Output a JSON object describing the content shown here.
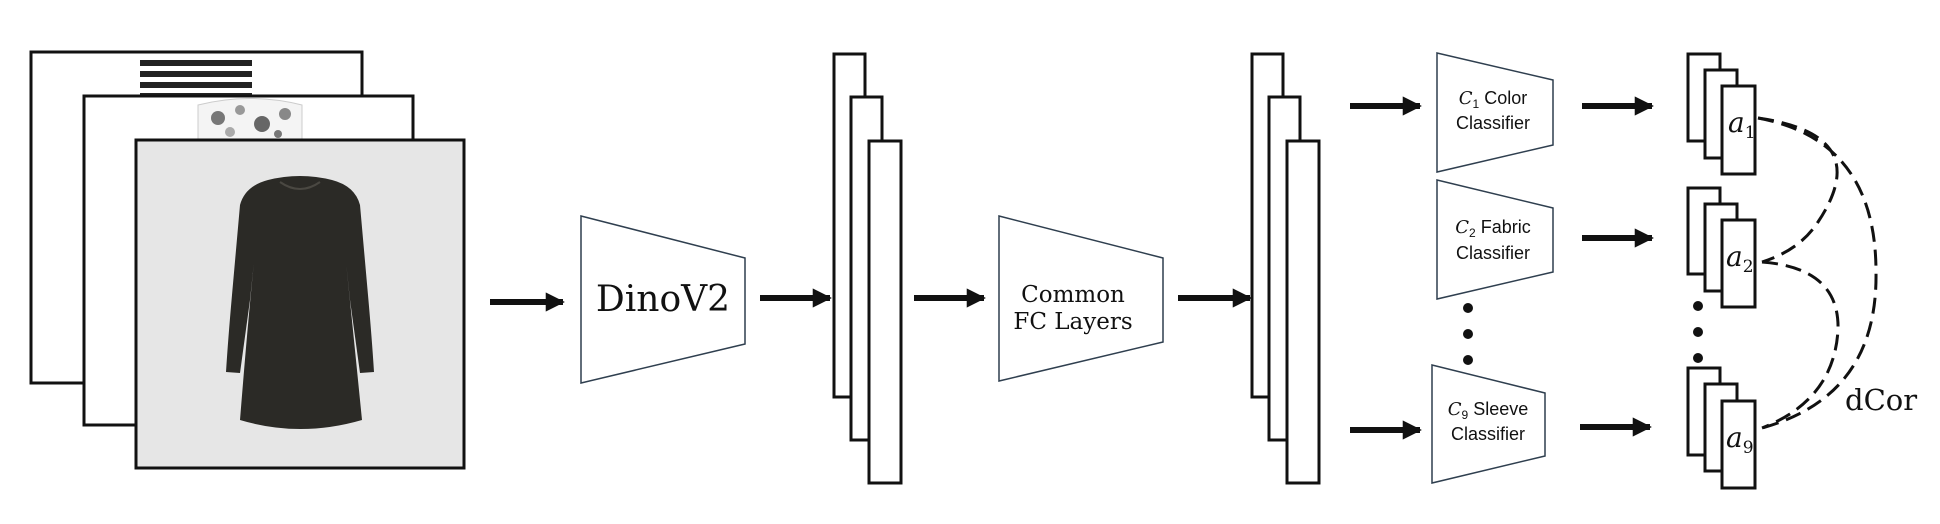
{
  "backbone": {
    "label": "DinoV2"
  },
  "fc_layers": {
    "line1": "Common",
    "line2": "FC Layers"
  },
  "classifiers": [
    {
      "symbol": "C",
      "sub": "1",
      "name": "Color",
      "line2": "Classifier"
    },
    {
      "symbol": "C",
      "sub": "2",
      "name": "Fabric",
      "line2": "Classifier"
    },
    {
      "symbol": "C",
      "sub": "9",
      "name": "Sleeve",
      "line2": "Classifier"
    }
  ],
  "outputs": [
    {
      "symbol": "a",
      "sub": "1"
    },
    {
      "symbol": "a",
      "sub": "2"
    },
    {
      "symbol": "a",
      "sub": "9"
    }
  ],
  "loss": {
    "label": "dCor"
  },
  "colors": {
    "stroke": "#111111",
    "trapezoid_stroke": "#2f3f4f",
    "photo_bg": "#e6e6e6",
    "dress": "#2b2a26"
  },
  "icons": [
    "striped-shirt-icon",
    "floral-top-icon",
    "dress-icon"
  ]
}
